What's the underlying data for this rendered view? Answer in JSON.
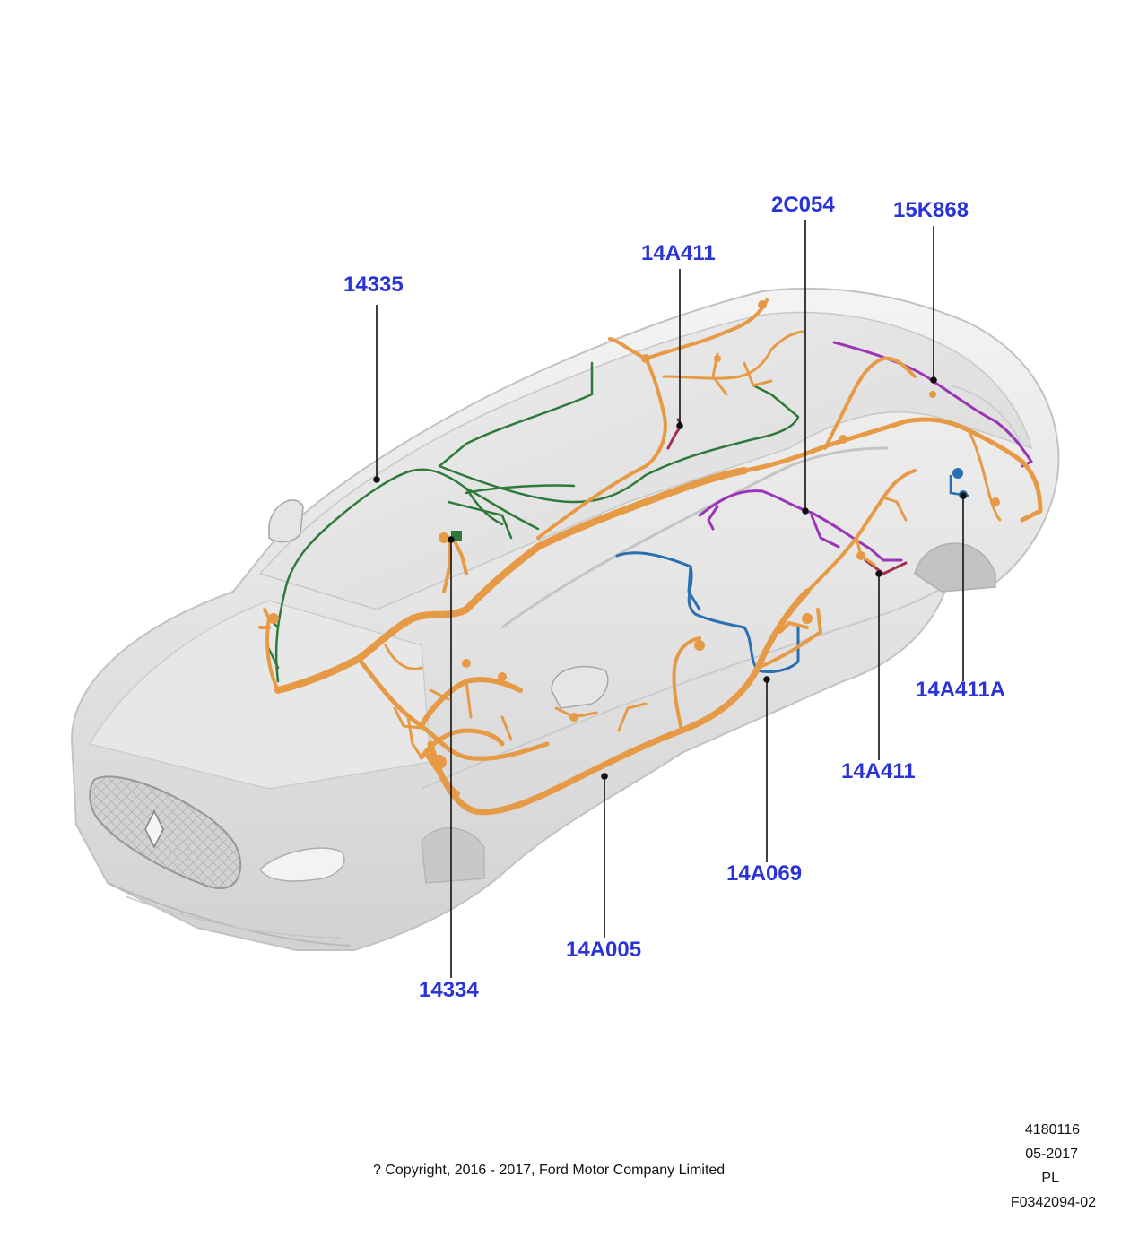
{
  "colors": {
    "callout": "#2a34d6",
    "harness_main": "#e79a45",
    "harness_roof": "#2f7a3a",
    "harness_door": "#2b6fb3",
    "harness_rear": "#9a36b5",
    "harness_small": "#a02d52",
    "leader_line": "#111111",
    "body_fill": "#d9d9d9"
  },
  "callouts": [
    {
      "id": "14335",
      "label": "14335"
    },
    {
      "id": "14A411-top",
      "label": "14A411"
    },
    {
      "id": "2C054",
      "label": "2C054"
    },
    {
      "id": "15K868",
      "label": "15K868"
    },
    {
      "id": "14A411A",
      "label": "14A411A"
    },
    {
      "id": "14A411-low",
      "label": "14A411"
    },
    {
      "id": "14A069",
      "label": "14A069"
    },
    {
      "id": "14A005",
      "label": "14A005"
    },
    {
      "id": "14334",
      "label": "14334"
    }
  ],
  "footer": {
    "copyright": "? Copyright, 2016 - 2017, Ford Motor Company Limited",
    "ref_number": "4180116",
    "date": "05-2017",
    "code": "PL",
    "figure_id": "F0342094-02"
  }
}
